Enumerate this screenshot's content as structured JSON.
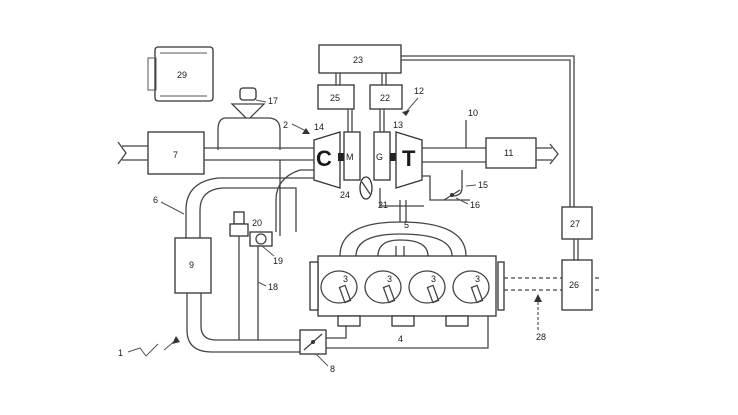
{
  "diagram": {
    "labels": {
      "n1": "1",
      "n2": "2",
      "n3": "3",
      "n4": "4",
      "n5": "5",
      "n6": "6",
      "n7": "7",
      "n8": "8",
      "n9": "9",
      "n10": "10",
      "n11": "11",
      "n12": "12",
      "n13": "13",
      "n14": "14",
      "n15": "15",
      "n16": "16",
      "n17": "17",
      "n18": "18",
      "n19": "19",
      "n20": "20",
      "n21": "21",
      "n22": "22",
      "n23": "23",
      "n24": "24",
      "n25": "25",
      "n26": "26",
      "n27": "27",
      "n28": "28",
      "n29": "29"
    },
    "compressor_letter": "C",
    "turbine_letter": "T",
    "motor_letter": "M",
    "generator_letter": "G"
  },
  "colors": {
    "line": "#444444",
    "background": "#ffffff"
  }
}
